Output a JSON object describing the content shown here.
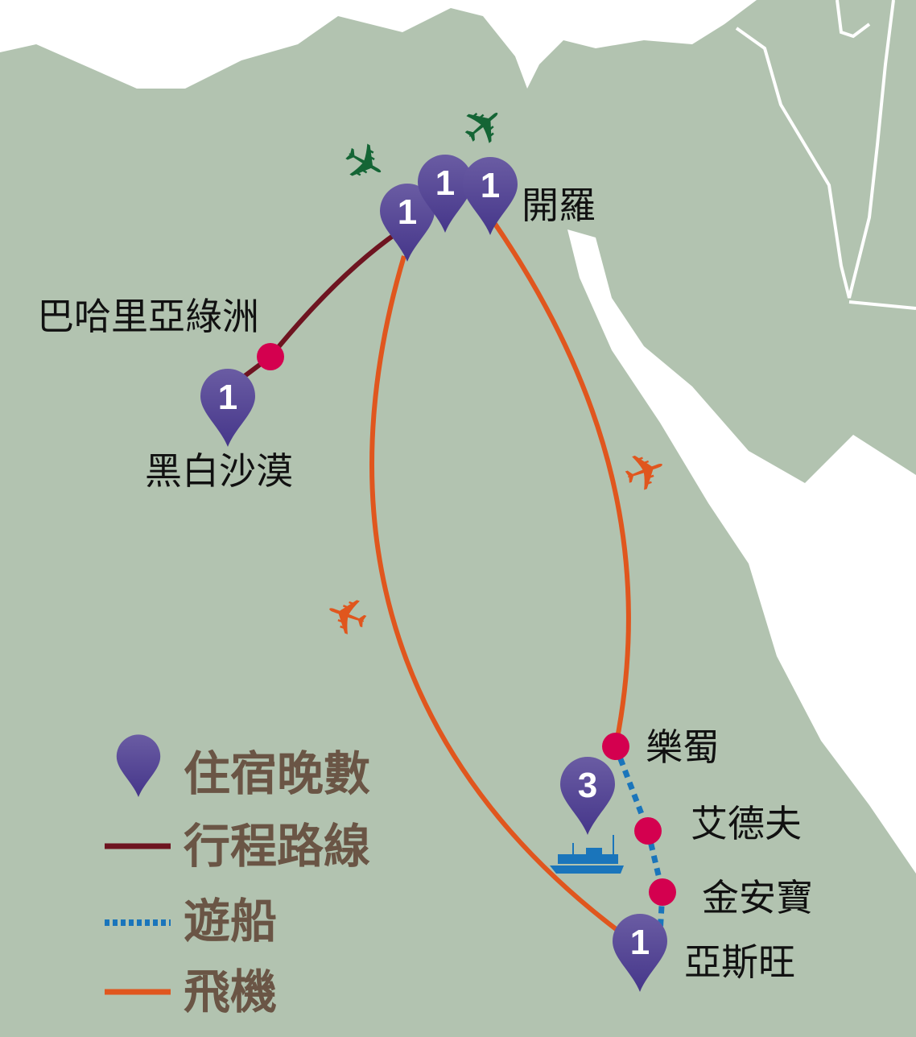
{
  "colors": {
    "land": "#b2c3b0",
    "sea": "#ffffff",
    "pin": "#533f91",
    "route": "#6e1420",
    "cruise": "#1a75bb",
    "flight": "#e0561e",
    "stop": "#d4004f",
    "plane_green": "#146535"
  },
  "places": {
    "cairo": "開羅",
    "bahariya": "巴哈里亞綠洲",
    "white_desert": "黑白沙漠",
    "luxor": "樂蜀",
    "edfu": "艾德夫",
    "kom_ombo": "金安寶",
    "aswan": "亞斯旺"
  },
  "pins": {
    "cairo_a": "1",
    "cairo_b": "1",
    "cairo_c": "1",
    "white_desert": "1",
    "cruise": "3",
    "aswan": "1"
  },
  "legend": {
    "nights": "住宿晚數",
    "route": "行程路線",
    "cruise": "遊船",
    "flight": "飛機"
  },
  "icons": {
    "plane": "✈"
  }
}
